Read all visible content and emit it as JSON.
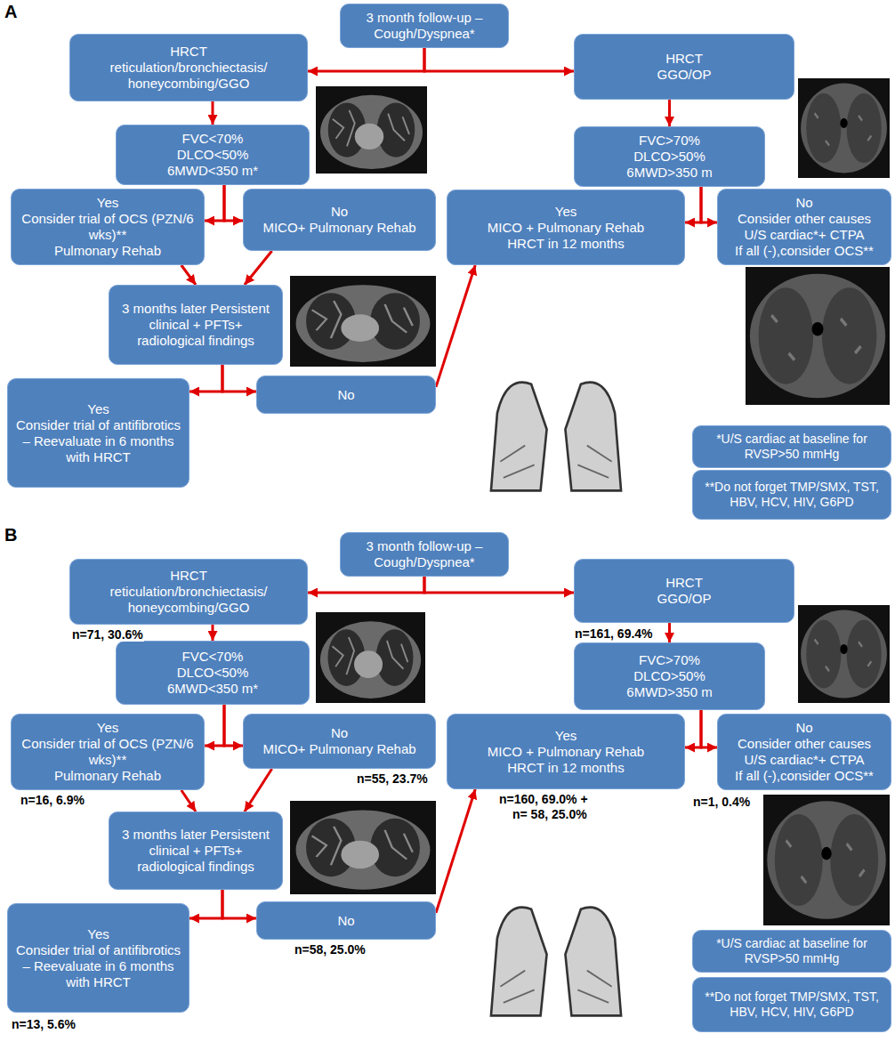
{
  "diagram": {
    "nodes": [
      {
        "text": [
          "3 month follow-up – Cough/Dyspnea*"
        ]
      },
      {
        "text": [
          "HRCT",
          "reticulation/bronchiectasis/ honeycombing/GGO"
        ]
      },
      {
        "text": [
          "HRCT",
          "GGO/OP"
        ]
      },
      {
        "text": [
          "FVC<70%",
          "DLCO<50%",
          "6MWD<350 m*"
        ]
      },
      {
        "text": [
          "FVC>70%",
          "DLCO>50%",
          "6MWD>350 m"
        ]
      },
      {
        "text": [
          "Yes",
          "Consider trial of OCS (PZN/6 wks)**",
          "Pulmonary Rehab"
        ]
      },
      {
        "text": [
          "No",
          "MICO+ Pulmonary Rehab"
        ]
      },
      {
        "text": [
          "Yes",
          "MICO + Pulmonary Rehab",
          "HRCT in 12 months"
        ]
      },
      {
        "text": [
          "No",
          "Consider other causes",
          "U/S cardiac*+ CTPA",
          "If all (-),consider OCS**"
        ]
      },
      {
        "text": [
          "3 months later Persistent clinical + PFTs+ radiological findings"
        ]
      },
      {
        "text": [
          "Yes",
          "Consider trial of antifibrotics – Reevaluate in 6 months with HRCT"
        ]
      },
      {
        "text": [
          "No"
        ]
      },
      {
        "text": [
          "*U/S cardiac at baseline for RVSP>50 mmHg"
        ]
      },
      {
        "text": [
          "**Do not forget TMP/SMX, TST, HBV, HCV, HIV, G6PD"
        ]
      },
      {
        "text": [
          "3 month follow-up – Cough/Dyspnea*"
        ]
      },
      {
        "text": [
          "HRCT",
          "reticulation/bronchiectasis/ honeycombing/GGO"
        ]
      },
      {
        "text": [
          "HRCT",
          "GGO/OP"
        ]
      },
      {
        "text": [
          "FVC<70%",
          "DLCO<50%",
          "6MWD<350 m*"
        ]
      },
      {
        "text": [
          "FVC>70%",
          "DLCO>50%",
          "6MWD>350 m"
        ]
      },
      {
        "text": [
          "Yes",
          "Consider trial of OCS (PZN/6 wks)**",
          "Pulmonary Rehab"
        ]
      },
      {
        "text": [
          "No",
          "MICO+ Pulmonary Rehab"
        ]
      },
      {
        "text": [
          "Yes",
          "MICO + Pulmonary Rehab",
          "HRCT in 12 months"
        ]
      },
      {
        "text": [
          "No",
          "Consider other causes",
          "U/S cardiac*+ CTPA",
          "If all (-),consider OCS**"
        ]
      },
      {
        "text": [
          "3 months later Persistent clinical + PFTs+ radiological findings"
        ]
      },
      {
        "text": [
          "Yes",
          "Consider trial of antifibrotics – Reevaluate in 6 months with HRCT"
        ]
      },
      {
        "text": [
          "No"
        ]
      },
      {
        "text": [
          "*U/S cardiac at baseline for RVSP>50 mmHg"
        ]
      },
      {
        "text": [
          "**Do not forget TMP/SMX, TST, HBV, HCV, HIV, G6PD"
        ]
      }
    ],
    "edges": [
      {
        "from": 0,
        "to": 1,
        "arrow": "to"
      },
      {
        "from": 0,
        "to": 2,
        "arrow": "to"
      },
      {
        "from": 1,
        "to": 3,
        "arrow": "to"
      },
      {
        "from": 2,
        "to": 4,
        "arrow": "to"
      },
      {
        "from": 3,
        "to": 5,
        "arrow": "to"
      },
      {
        "from": 3,
        "to": 6,
        "arrow": "to"
      },
      {
        "from": 4,
        "to": 7,
        "arrow": "to"
      },
      {
        "from": 4,
        "to": 8,
        "arrow": "to"
      },
      {
        "from": 5,
        "to": 9,
        "arrow": "to"
      },
      {
        "from": 6,
        "to": 9,
        "arrow": "to"
      },
      {
        "from": 9,
        "to": 10,
        "arrow": "to"
      },
      {
        "from": 9,
        "to": 11,
        "arrow": "to"
      },
      {
        "from": 11,
        "to": 7,
        "arrow": "to"
      },
      {
        "from": 14,
        "to": 15,
        "arrow": "to"
      },
      {
        "from": 14,
        "to": 16,
        "arrow": "to"
      },
      {
        "from": 15,
        "to": 17,
        "arrow": "to"
      },
      {
        "from": 16,
        "to": 18,
        "arrow": "to"
      },
      {
        "from": 17,
        "to": 19,
        "arrow": "to"
      },
      {
        "from": 17,
        "to": 20,
        "arrow": "to"
      },
      {
        "from": 18,
        "to": 21,
        "arrow": "to"
      },
      {
        "from": 18,
        "to": 22,
        "arrow": "to"
      },
      {
        "from": 19,
        "to": 23,
        "arrow": "to"
      },
      {
        "from": 20,
        "to": 23,
        "arrow": "to"
      },
      {
        "from": 23,
        "to": 24,
        "arrow": "to"
      },
      {
        "from": 23,
        "to": 25,
        "arrow": "to"
      },
      {
        "from": 25,
        "to": 21,
        "arrow": "to"
      }
    ],
    "labels": [
      "A",
      "B",
      "n=71, 30.6%",
      "n=161, 69.4%",
      "n=16, 6.9%",
      "n=55, 23.7%",
      "n=160, 69.0% +",
      "n= 58, 25.0%",
      "n=1, 0.4%",
      "n=58, 25.0%",
      "n=13, 5.6%"
    ]
  }
}
